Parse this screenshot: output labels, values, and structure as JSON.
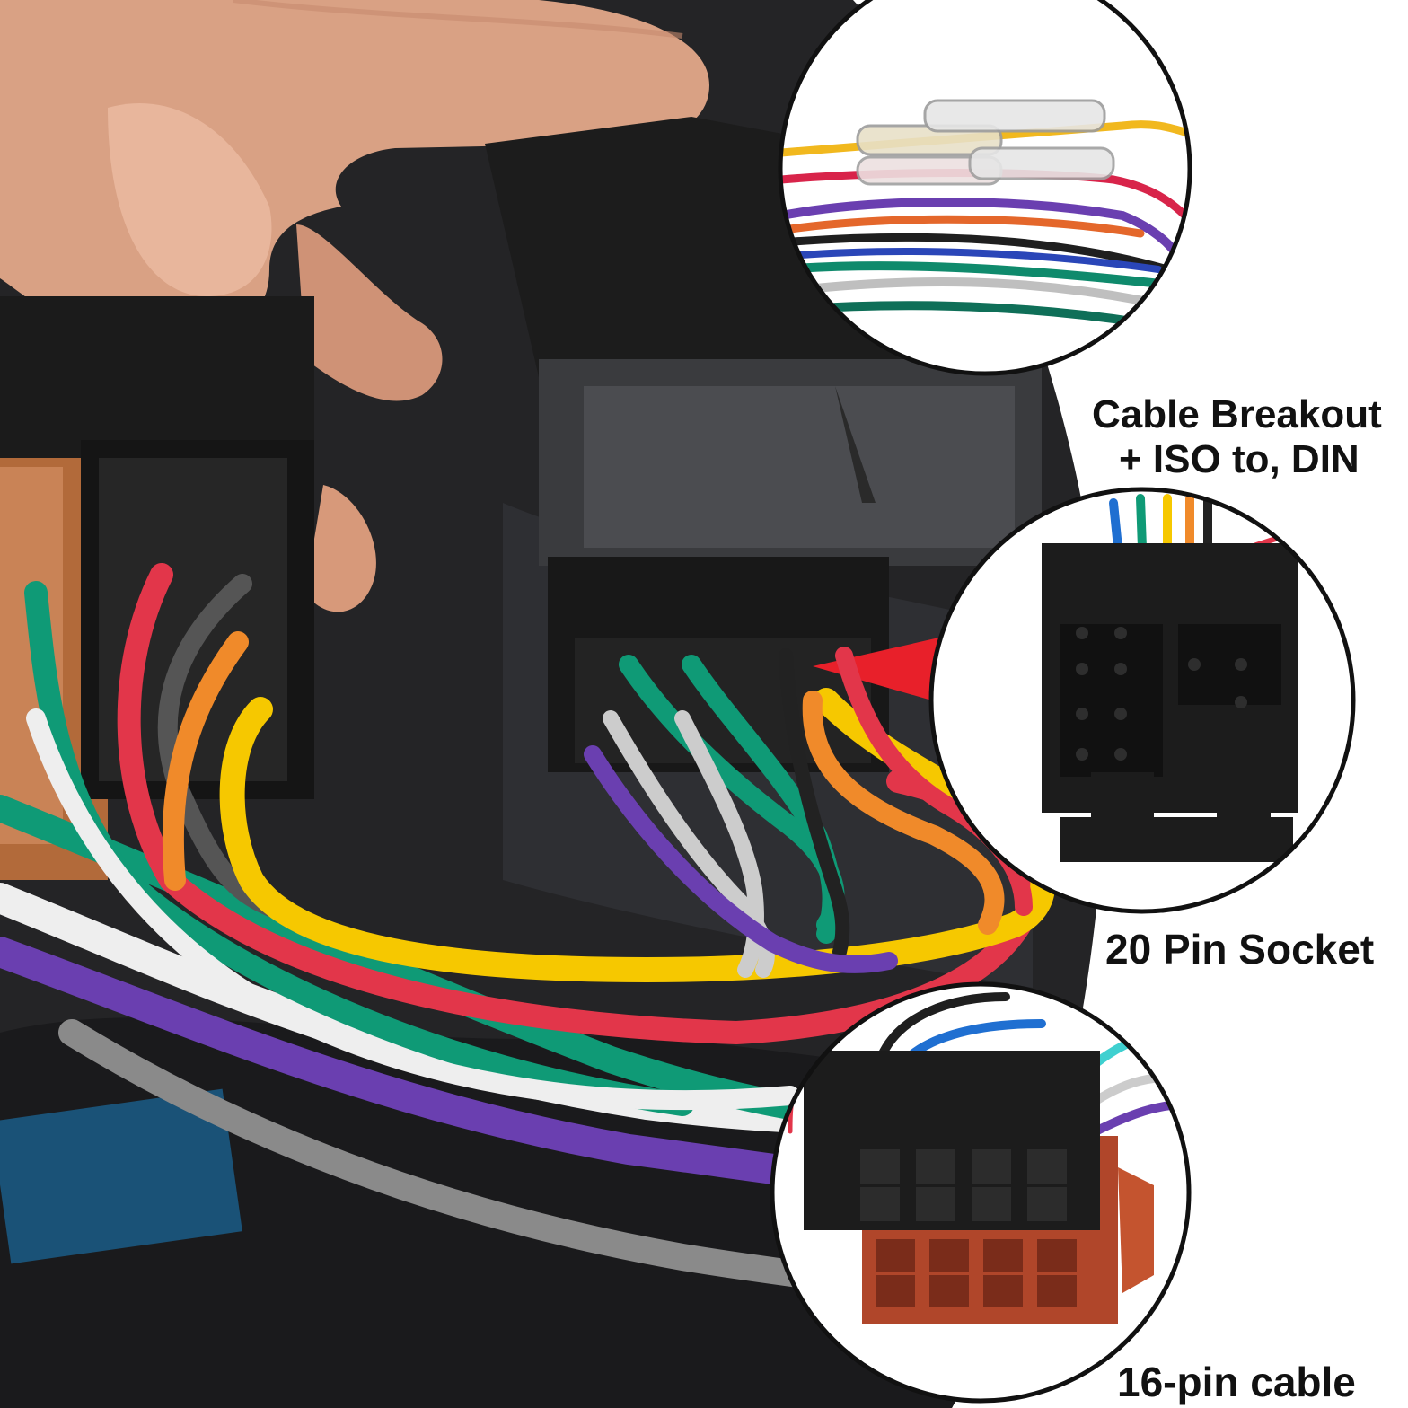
{
  "labels": {
    "breakout_line1": "Cable Breakout",
    "breakout_line2": "+ ISO to, DIN",
    "socket": "20 Pin Socket",
    "cable": "16-pin cable"
  },
  "colors": {
    "wire_green": "#0f9a76",
    "wire_red": "#e2364a",
    "wire_yellow": "#f6c800",
    "wire_orange": "#f08a2a",
    "wire_purple": "#6a3fb0",
    "wire_white": "#eeeeee",
    "wire_gray": "#8a8a8a",
    "wire_black": "#222222",
    "connector_black": "#1b1b1b",
    "connector_brown": "#b26a3a",
    "connector_rust": "#b0462a",
    "arrow_red": "#e8202a"
  }
}
